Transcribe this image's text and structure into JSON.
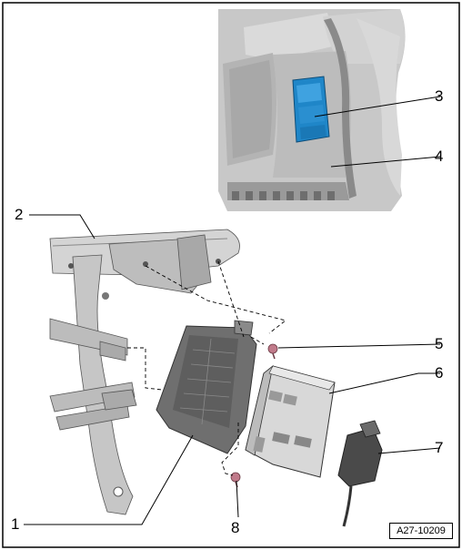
{
  "callouts": [
    {
      "label": "1"
    },
    {
      "label": "2"
    },
    {
      "label": "3"
    },
    {
      "label": "4"
    },
    {
      "label": "5"
    },
    {
      "label": "6"
    },
    {
      "label": "7"
    },
    {
      "label": "8"
    }
  ],
  "reference_code": "A27-10209",
  "colors": {
    "switch_blue": "#1f86c8",
    "part_gray": "#9a9a9a",
    "dark_gray": "#555555",
    "fastener_pink": "#c07a8a"
  }
}
